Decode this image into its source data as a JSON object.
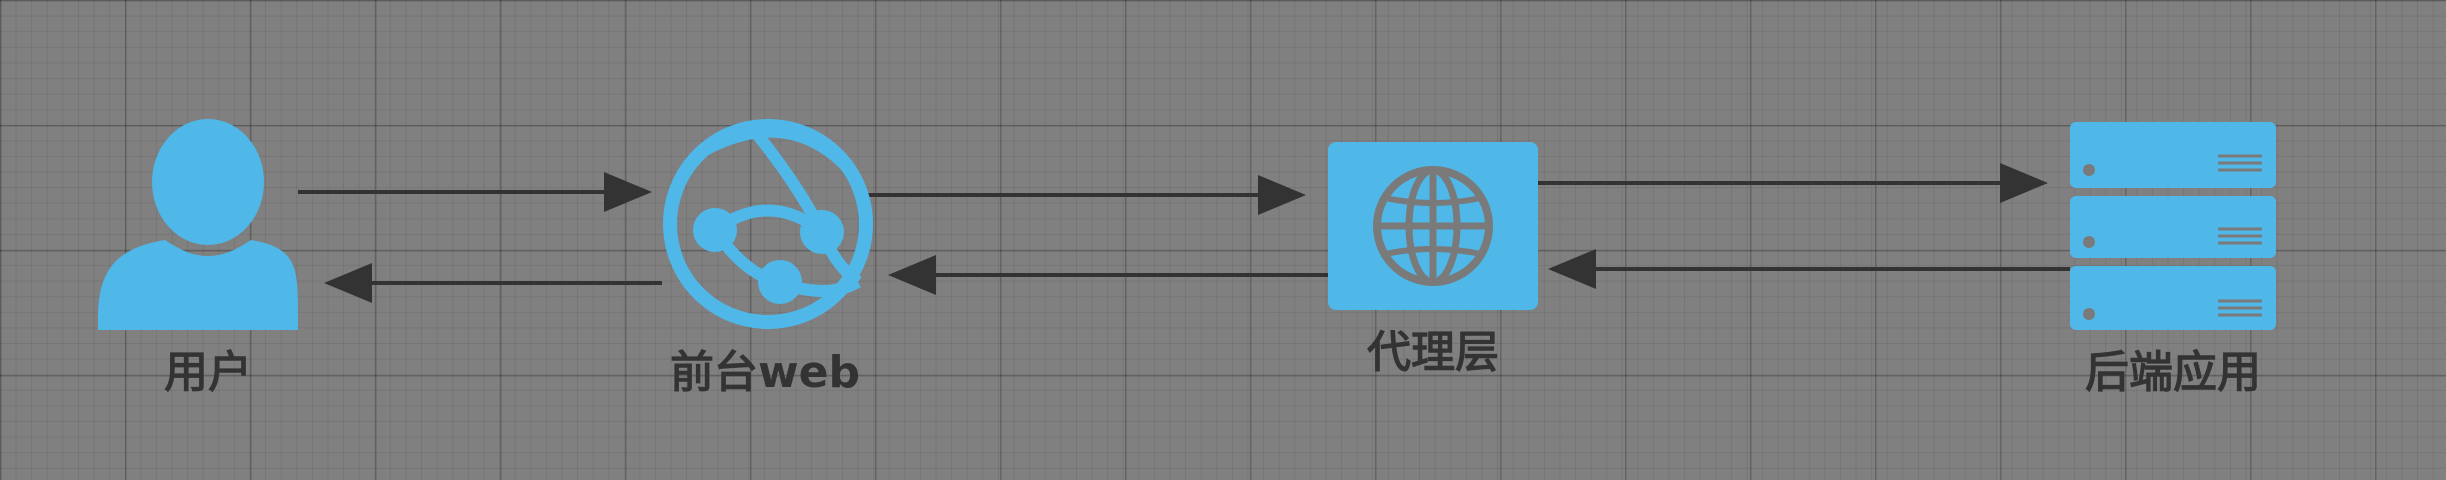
{
  "colors": {
    "background": "#808080",
    "icon": "#4fb8e9",
    "icon_inner": "#7a7a7a",
    "arrow": "#333333",
    "label": "#333333"
  },
  "nodes": {
    "user": {
      "label": "用户",
      "icon": "user-icon"
    },
    "frontend": {
      "label": "前台web",
      "icon": "web-app-icon"
    },
    "proxy": {
      "label": "代理层",
      "icon": "globe-icon"
    },
    "backend": {
      "label": "后端应用",
      "icon": "server-stack-icon"
    }
  }
}
